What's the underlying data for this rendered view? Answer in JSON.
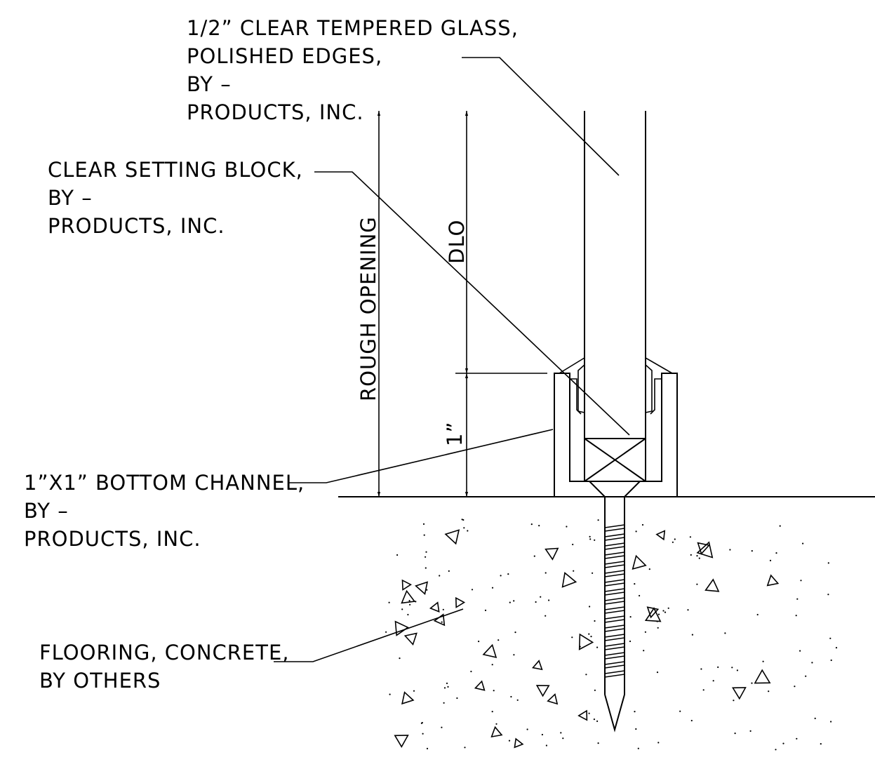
{
  "labels": {
    "glass": [
      "1/2” CLEAR TEMPERED GLASS,",
      "POLISHED EDGES,",
      "BY –",
      "PRODUCTS, INC."
    ],
    "setting_block": [
      "CLEAR SETTING BLOCK,",
      "BY –",
      "PRODUCTS, INC."
    ],
    "channel": [
      "1”X1” BOTTOM CHANNEL,",
      "BY –",
      "PRODUCTS, INC."
    ],
    "flooring": [
      "FLOORING, CONCRETE,",
      "BY OTHERS"
    ]
  },
  "dimensions": {
    "rough_opening": "ROUGH OPENING",
    "dlo": "DLO",
    "channel_depth": "1”"
  }
}
